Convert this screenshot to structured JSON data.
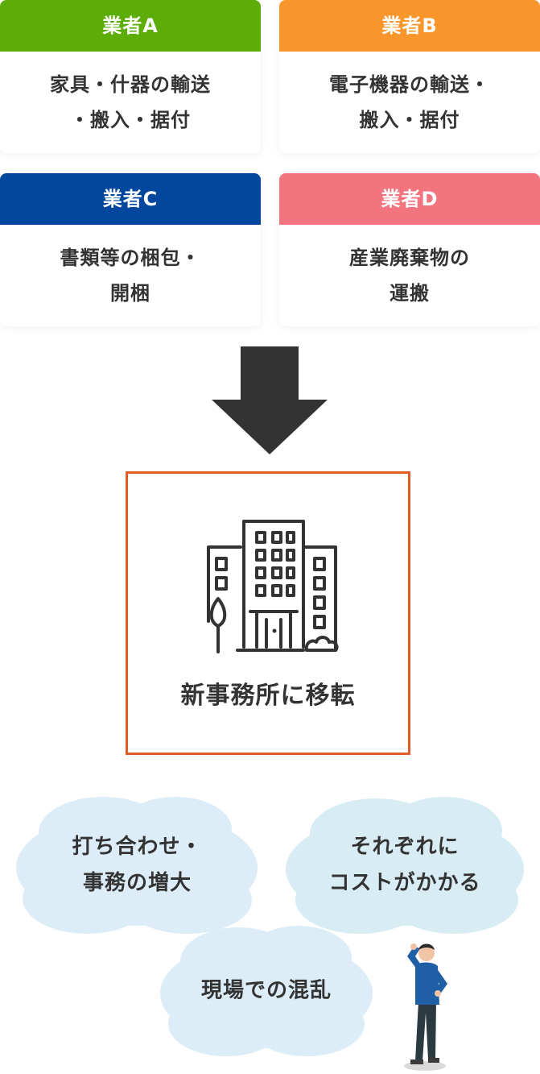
{
  "vendors": [
    {
      "title": "業者A",
      "text": "家具・什器の輸送\n・搬入・据付",
      "color": "#5cad07"
    },
    {
      "title": "業者B",
      "text": "電子機器の輸送・\n搬入・据付",
      "color": "#f9962b"
    },
    {
      "title": "業者C",
      "text": "書類等の梱包・\n開梱",
      "color": "#00479d"
    },
    {
      "title": "業者D",
      "text": "産業廃棄物の\n運搬",
      "color": "#f2747f"
    }
  ],
  "destination": {
    "label": "新事務所に移転",
    "border_color": "#e05c26",
    "icon": "office-building-icon"
  },
  "problems": [
    {
      "text": "打ち合わせ・\n事務の増大",
      "color": "#dcedf8"
    },
    {
      "text": "それぞれに\nコストがかかる",
      "color": "#d8ecf3"
    },
    {
      "text": "現場での混乱",
      "color": "#dcedf8"
    }
  ],
  "figure": {
    "icon": "worried-person-icon"
  }
}
